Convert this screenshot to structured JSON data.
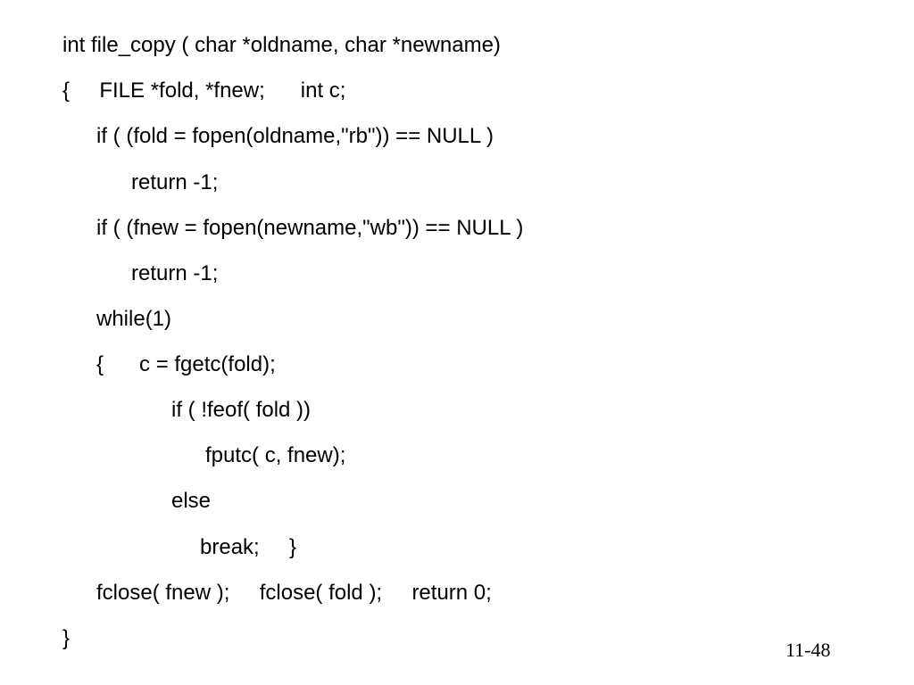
{
  "code": {
    "lines": [
      "int file_copy ( char *oldname, char *newname)",
      "{     FILE *fold, *fnew;      int c;",
      "if ( (fold = fopen(oldname,\"rb\")) == NULL )",
      "return -1;",
      "if ( (fnew = fopen(newname,\"wb\")) == NULL )",
      "return -1;",
      "while(1)",
      "{      c = fgetc(fold);",
      "if ( !feof( fold ))",
      "fputc( c, fnew);",
      "else",
      "break;     }",
      "fclose( fnew );     fclose( fold );     return 0;",
      "}"
    ]
  },
  "footer": {
    "page_number": "11-48"
  }
}
